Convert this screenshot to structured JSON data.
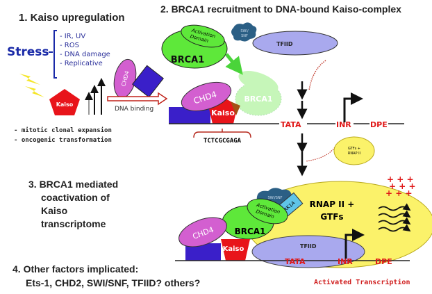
{
  "section1": {
    "title": "1.  Kaiso upregulation",
    "stress_label": "Stress",
    "stress_items": [
      "- IR, UV",
      "- ROS",
      "- DNA damage",
      "- Replicative"
    ],
    "kaiso": "Kaiso",
    "chd4": "CHD4",
    "dna_binding": "DNA binding",
    "outcomes": [
      "- mitotic clonal expansion",
      "- oncogenic transformation"
    ]
  },
  "section2": {
    "title": "2.  BRCA1 recruitment to DNA-bound Kaiso-complex",
    "activation_domain": [
      "Activation",
      "Domain"
    ],
    "brca1": "BRCA1",
    "swi_snf": [
      "SWI/",
      "SNF"
    ],
    "chd4": "CHD4",
    "kaiso": "Kaiso",
    "sequence": "TCTCGCGAGA",
    "tfiid": "TFIID",
    "tata": "TATA",
    "inr": "INR",
    "dpe": "DPE",
    "gtfs": [
      "GTFs +",
      "RNAP II"
    ]
  },
  "section3": {
    "title": [
      "3. BRCA1 mediated",
      "coactivation of",
      "Kaiso",
      "transcriptome"
    ],
    "swi_snf": "SWI/SNF",
    "activation_domain": [
      "Activation",
      "Domain"
    ],
    "brca1": "BRCA1",
    "drk1a": "DRK1A",
    "chd4": "CHD4",
    "kaiso": "Kaiso",
    "rnap": [
      "RNAP II +",
      "GTFs"
    ],
    "tfiid": "TFIID",
    "tata": "TATA",
    "inr": "INR",
    "dpe": "DPE",
    "activated": "Activated Transcription"
  },
  "section4": {
    "title": "4.  Other factors implicated:",
    "factors": "Ets-1, CHD2, SWI/SNF, TFIID? others?"
  },
  "colors": {
    "kaiso": "#e8141a",
    "chd4": "#d35fd0",
    "brca1": "#5ee83a",
    "blue_box": "#3a1fc9",
    "tfiid": "#a9a9ee",
    "yellow": "#fbf26a",
    "swi_snf": "#2b5f85",
    "stress": "#1a2aa8"
  }
}
